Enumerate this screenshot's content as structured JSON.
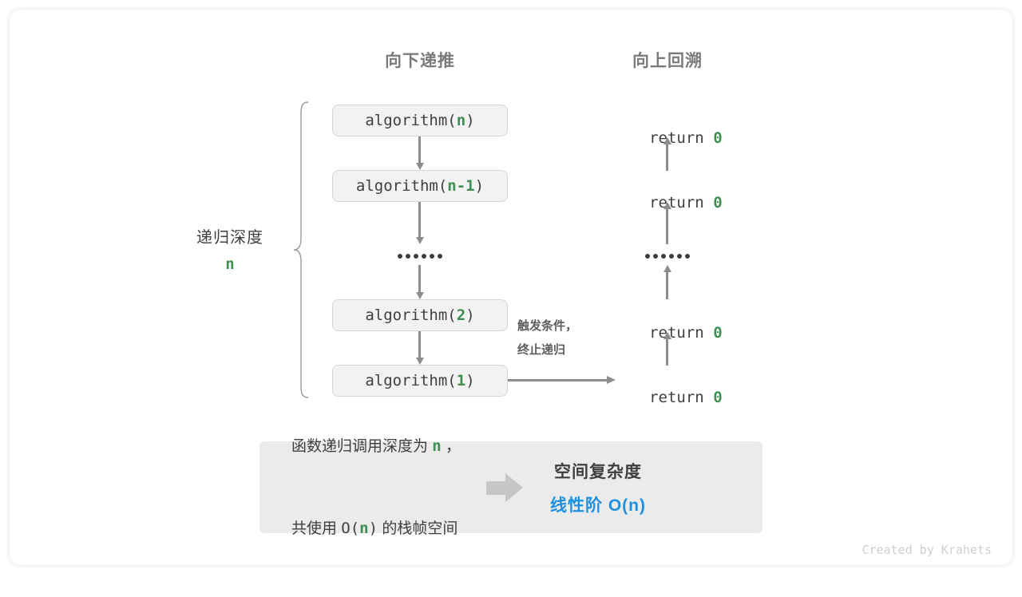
{
  "headers": {
    "down": "向下递推",
    "up": "向上回溯"
  },
  "depth": {
    "label": "递归深度",
    "value": "n"
  },
  "calls": [
    {
      "name": "algorithm(",
      "arg": "n",
      "close": ")"
    },
    {
      "name": "algorithm(",
      "arg": "n-1",
      "close": ")"
    },
    {
      "name": "algorithm(",
      "arg": "2",
      "close": ")"
    },
    {
      "name": "algorithm(",
      "arg": "1",
      "close": ")"
    }
  ],
  "returns": [
    {
      "keyword": "return ",
      "value": "0"
    },
    {
      "keyword": "return ",
      "value": "0"
    },
    {
      "keyword": "return ",
      "value": "0"
    },
    {
      "keyword": "return ",
      "value": "0"
    }
  ],
  "ellipsis": "••••••",
  "terminate": {
    "line1": "触发条件，",
    "line2": "终止递归"
  },
  "summary": {
    "left_line1_pre": "函数递归调用深度为 ",
    "left_line1_var": "n",
    "left_line1_post": " ，",
    "left_line2_pre": "共使用 ",
    "left_line2_o": "O(",
    "left_line2_var": "n",
    "left_line2_close": ")",
    "left_line2_post": " 的栈帧空间",
    "title": "空间复杂度",
    "value": "线性阶 O(n)"
  },
  "footer": "Created by Krahets",
  "colors": {
    "accent_green": "#3f8f53",
    "accent_blue": "#1e90e0",
    "box_fill": "#f2f2f2",
    "box_border": "#d6d6d6",
    "arrow": "#8c8c8c",
    "panel": "#ebebeb",
    "text": "#3f3f3f",
    "header_text": "#7b7b7b"
  }
}
